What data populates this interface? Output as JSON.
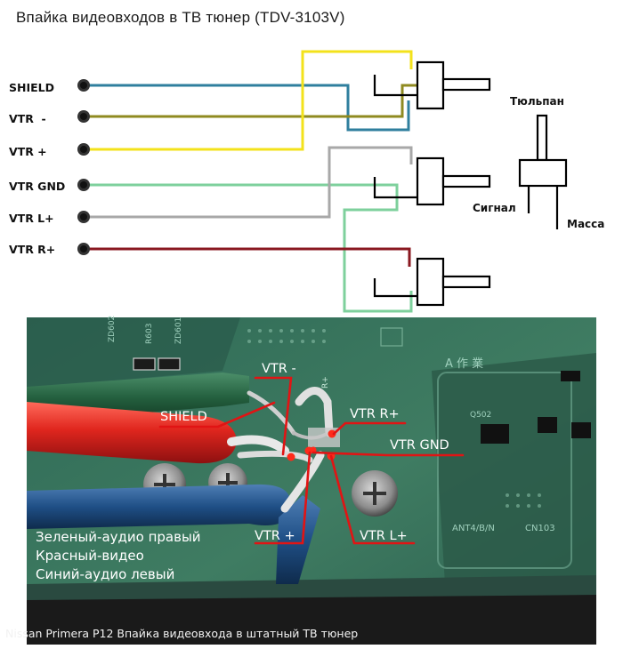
{
  "title": "Впайка видеовходов в ТВ тюнер (TDV-3103V)",
  "pins": [
    "SHIELD",
    "VTR  -",
    "VTR +",
    "VTR GND",
    "VTR L+",
    "VTR R+"
  ],
  "legend": {
    "title": "Тюльпан",
    "signal": "Сигнал",
    "ground": "Масса"
  },
  "wire_colors": {
    "shield": "#2f7f9e",
    "vtr_minus": "#8f8a20",
    "vtr_plus": "#f3e21b",
    "vtr_gnd": "#7ed09c",
    "vtr_l": "#a8a8a8",
    "vtr_r": "#8a1820"
  },
  "photo": {
    "labels": {
      "vtr_minus": "VTR -",
      "shield": "SHIELD",
      "vtr_r": "VTR R+",
      "vtr_gnd": "VTR GND",
      "vtr_plus": "VTR +",
      "vtr_l": "VTR L+"
    },
    "notes": [
      "Зеленый-аудио правый",
      "Красный-видео",
      "Синий-аудио левый"
    ],
    "board_marks": [
      "ZD602",
      "R603",
      "ZD601",
      "A 作 業",
      "Q502",
      "ANT4/B/N",
      "CN103",
      "R+"
    ],
    "caption": "Nissan Primera P12 Впайка видеовхода в штатный ТВ тюнер"
  }
}
